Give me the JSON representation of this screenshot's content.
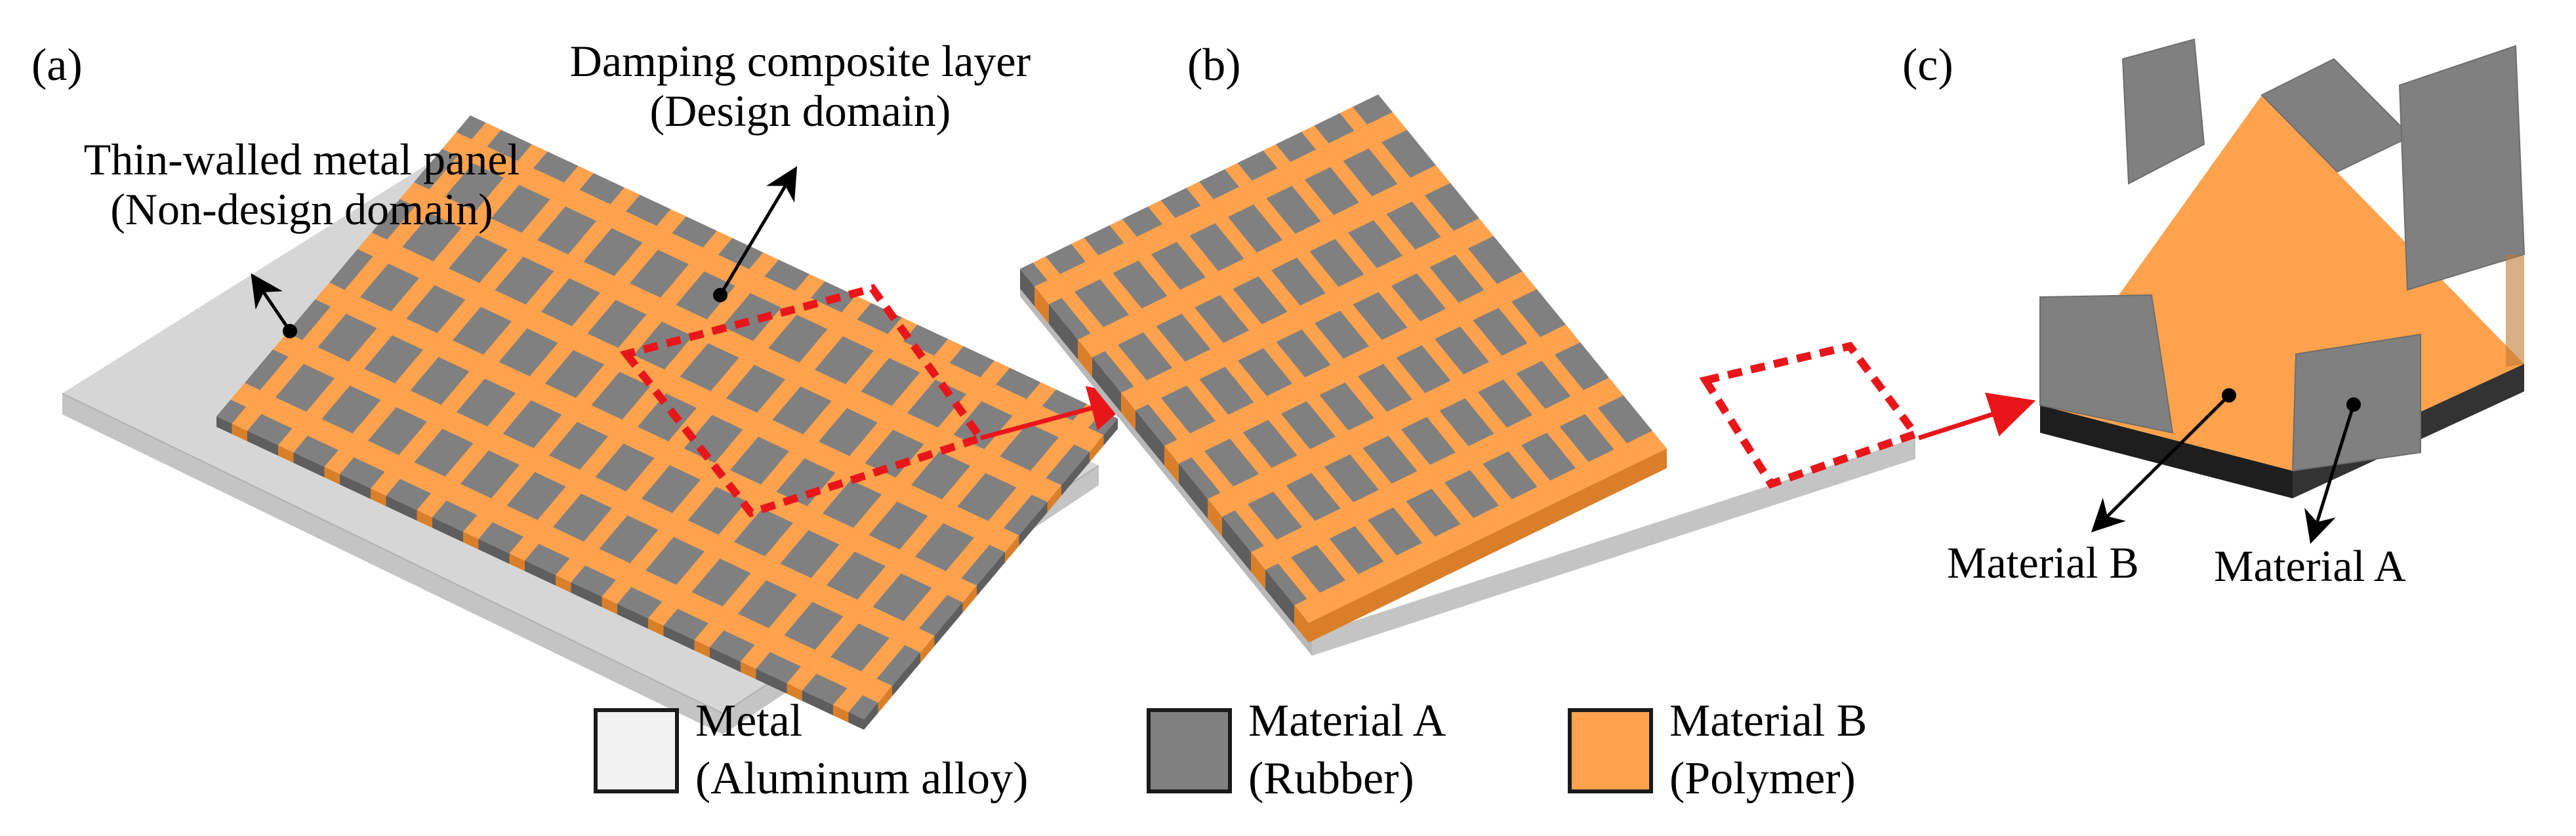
{
  "panels": {
    "a_tag": "(a)",
    "b_tag": "(b)",
    "c_tag": "(c)"
  },
  "annotations": {
    "metal_panel_line1": "Thin-walled metal panel",
    "metal_panel_line2": "(Non-design domain)",
    "damping_line1": "Damping composite layer",
    "damping_line2": "(Design domain)",
    "material_b": "Material B",
    "material_a": "Material A"
  },
  "legend": [
    {
      "line1": "Metal",
      "line2": "(Aluminum alloy)",
      "color": "#f2f2f2"
    },
    {
      "line1": "Material A",
      "line2": "(Rubber)",
      "color": "#808080"
    },
    {
      "line1": "Material B",
      "line2": "(Polymer)",
      "color": "#ffa24d"
    }
  ],
  "colors": {
    "metal_top": "#d6d6d6",
    "metal_side": "#c4c4c4",
    "rubber_top": "#808080",
    "rubber_side": "#5e5e5e",
    "polymer_top": "#ffa24d",
    "polymer_side": "#d97f2a",
    "highlight": "#e8161b",
    "arrow": "#e8161b"
  }
}
